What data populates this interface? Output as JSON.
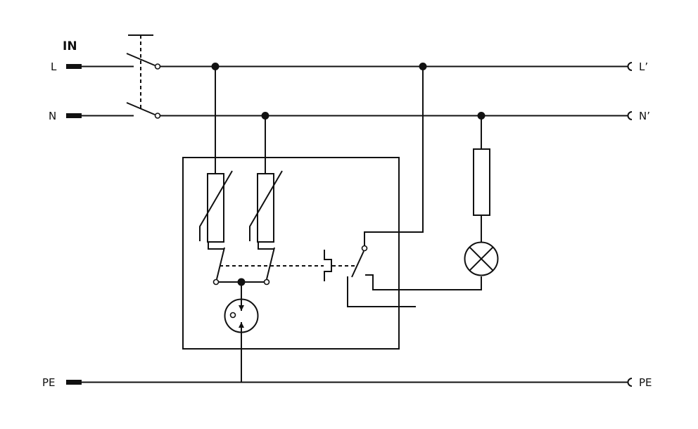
{
  "labels": {
    "input_heading": "IN",
    "line_in": "L",
    "neutral_in": "N",
    "earth_in": "PE",
    "line_out": "L’",
    "neutral_out": "N’",
    "earth_out": "PE"
  }
}
